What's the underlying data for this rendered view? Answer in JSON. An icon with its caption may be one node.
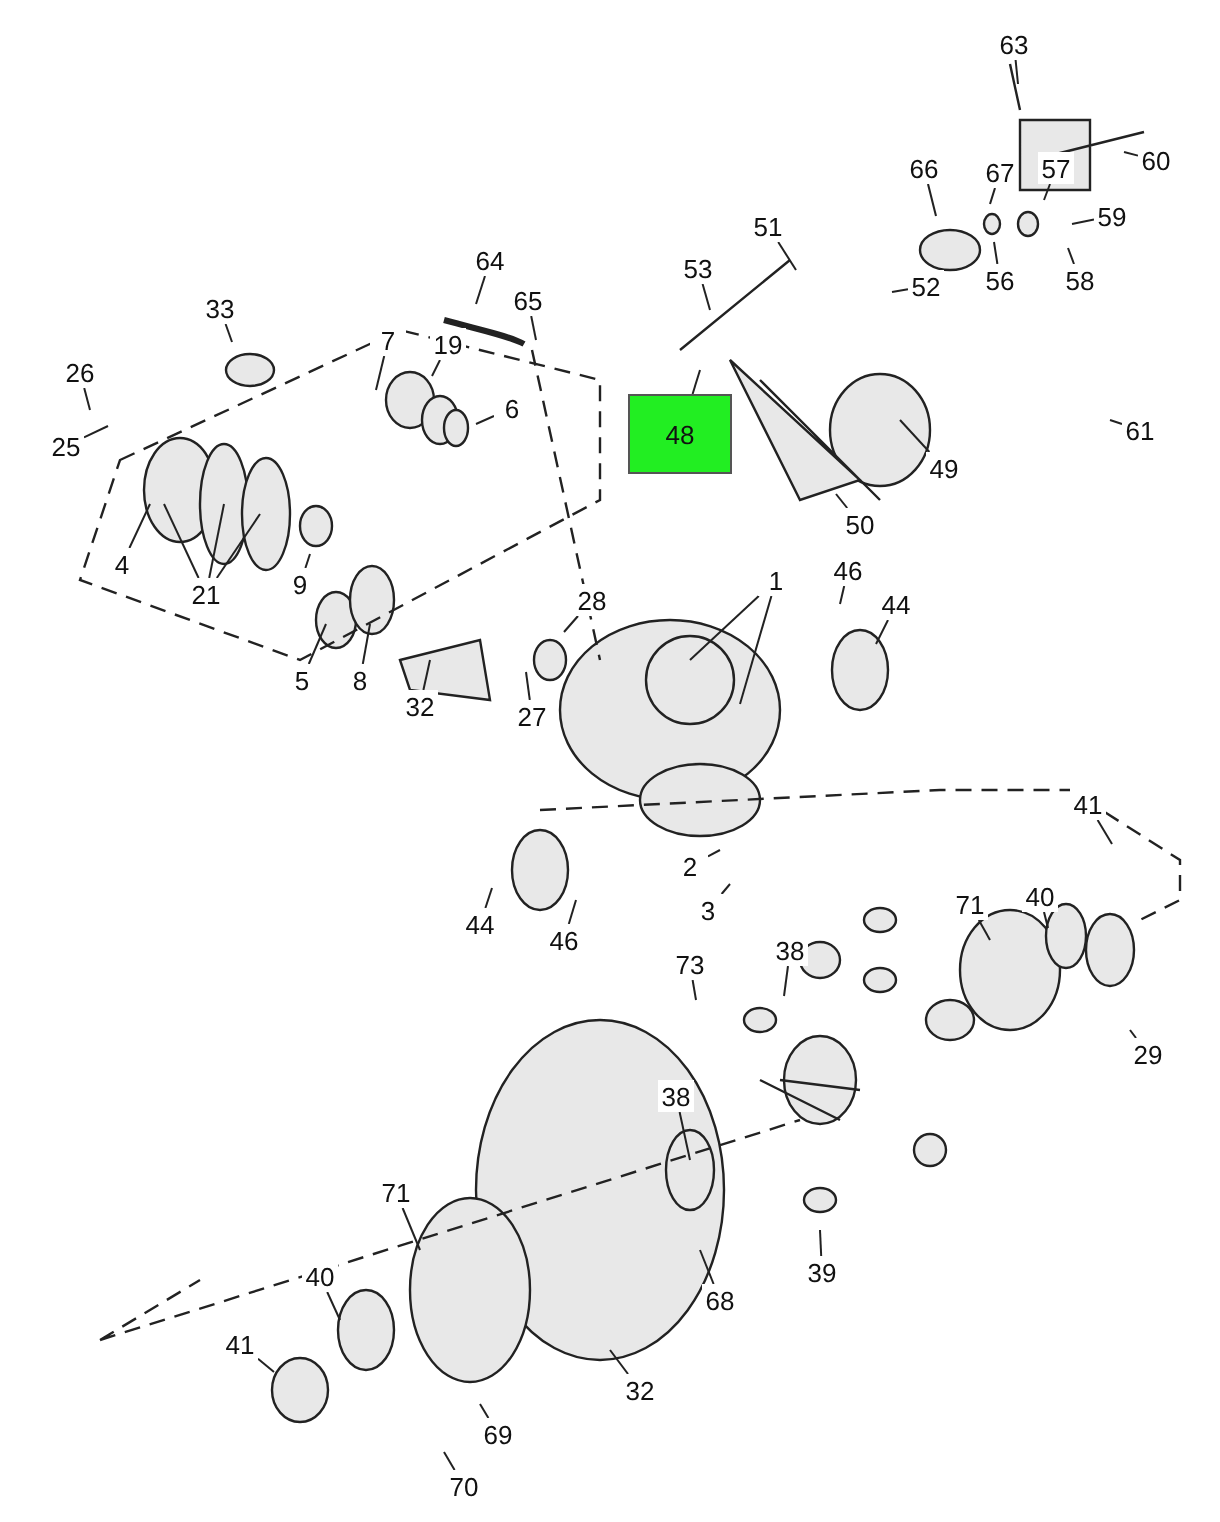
{
  "diagram": {
    "nodes": [
      {
        "text": [
          "63"
        ]
      },
      {
        "text": [
          "60"
        ]
      },
      {
        "text": [
          "57"
        ]
      },
      {
        "text": [
          "67"
        ]
      },
      {
        "text": [
          "66"
        ]
      },
      {
        "text": [
          "59"
        ]
      },
      {
        "text": [
          "56"
        ]
      },
      {
        "text": [
          "58"
        ]
      },
      {
        "text": [
          "51"
        ]
      },
      {
        "text": [
          "52"
        ]
      },
      {
        "text": [
          "53"
        ]
      },
      {
        "text": [
          "64"
        ]
      },
      {
        "text": [
          "65"
        ]
      },
      {
        "text": [
          "48"
        ]
      },
      {
        "text": [
          "61"
        ]
      },
      {
        "text": [
          "49"
        ]
      },
      {
        "text": [
          "50"
        ]
      },
      {
        "text": [
          "33"
        ]
      },
      {
        "text": [
          "26"
        ]
      },
      {
        "text": [
          "7"
        ]
      },
      {
        "text": [
          "19"
        ]
      },
      {
        "text": [
          "6"
        ]
      },
      {
        "text": [
          "25"
        ]
      },
      {
        "text": [
          "4"
        ]
      },
      {
        "text": [
          "21"
        ]
      },
      {
        "text": [
          "9"
        ]
      },
      {
        "text": [
          "5"
        ]
      },
      {
        "text": [
          "8"
        ]
      },
      {
        "text": [
          "32"
        ]
      },
      {
        "text": [
          "28"
        ]
      },
      {
        "text": [
          "27"
        ]
      },
      {
        "text": [
          "1"
        ]
      },
      {
        "text": [
          "46"
        ]
      },
      {
        "text": [
          "44"
        ]
      },
      {
        "text": [
          "2"
        ]
      },
      {
        "text": [
          "3"
        ]
      },
      {
        "text": [
          "46"
        ]
      },
      {
        "text": [
          "44"
        ]
      },
      {
        "text": [
          "41"
        ]
      },
      {
        "text": [
          "71"
        ]
      },
      {
        "text": [
          "40"
        ]
      },
      {
        "text": [
          "73"
        ]
      },
      {
        "text": [
          "38"
        ]
      },
      {
        "text": [
          "29"
        ]
      },
      {
        "text": [
          "38"
        ]
      },
      {
        "text": [
          "39"
        ]
      },
      {
        "text": [
          "71"
        ]
      },
      {
        "text": [
          "40"
        ]
      },
      {
        "text": [
          "41"
        ]
      },
      {
        "text": [
          "32"
        ]
      },
      {
        "text": [
          "68"
        ]
      },
      {
        "text": [
          "69"
        ]
      },
      {
        "text": [
          "70"
        ]
      }
    ],
    "edges": [
      {
        "from": 0,
        "to": null,
        "arrow": "none"
      },
      {
        "from": 1,
        "to": null,
        "arrow": "none"
      },
      {
        "from": 2,
        "to": null,
        "arrow": "none"
      },
      {
        "from": 3,
        "to": null,
        "arrow": "none"
      },
      {
        "from": 4,
        "to": null,
        "arrow": "none"
      },
      {
        "from": 5,
        "to": null,
        "arrow": "none"
      },
      {
        "from": 6,
        "to": null,
        "arrow": "none"
      },
      {
        "from": 7,
        "to": null,
        "arrow": "none"
      },
      {
        "from": 8,
        "to": null,
        "arrow": "none"
      },
      {
        "from": 9,
        "to": null,
        "arrow": "none"
      },
      {
        "from": 10,
        "to": null,
        "arrow": "none"
      },
      {
        "from": 11,
        "to": null,
        "arrow": "none"
      },
      {
        "from": 12,
        "to": null,
        "arrow": "none"
      },
      {
        "from": 13,
        "to": null,
        "arrow": "none"
      },
      {
        "from": 14,
        "to": null,
        "arrow": "none"
      },
      {
        "from": 15,
        "to": null,
        "arrow": "none"
      },
      {
        "from": 16,
        "to": null,
        "arrow": "none"
      },
      {
        "from": 17,
        "to": null,
        "arrow": "none"
      },
      {
        "from": 18,
        "to": null,
        "arrow": "none"
      },
      {
        "from": 19,
        "to": null,
        "arrow": "none"
      },
      {
        "from": 20,
        "to": null,
        "arrow": "none"
      },
      {
        "from": 21,
        "to": null,
        "arrow": "none"
      },
      {
        "from": 22,
        "to": null,
        "arrow": "none"
      },
      {
        "from": 23,
        "to": null,
        "arrow": "none"
      },
      {
        "from": 24,
        "to": null,
        "arrow": "none"
      },
      {
        "from": 24,
        "to": null,
        "arrow": "none"
      },
      {
        "from": 24,
        "to": null,
        "arrow": "none"
      },
      {
        "from": 25,
        "to": null,
        "arrow": "none"
      },
      {
        "from": 26,
        "to": null,
        "arrow": "none"
      },
      {
        "from": 27,
        "to": null,
        "arrow": "none"
      },
      {
        "from": 28,
        "to": null,
        "arrow": "none"
      },
      {
        "from": 29,
        "to": null,
        "arrow": "none"
      },
      {
        "from": 30,
        "to": null,
        "arrow": "none"
      },
      {
        "from": 31,
        "to": null,
        "arrow": "none"
      },
      {
        "from": 31,
        "to": null,
        "arrow": "none"
      },
      {
        "from": 32,
        "to": null,
        "arrow": "none"
      },
      {
        "from": 33,
        "to": null,
        "arrow": "none"
      },
      {
        "from": 34,
        "to": null,
        "arrow": "none"
      },
      {
        "from": 35,
        "to": null,
        "arrow": "none"
      },
      {
        "from": 36,
        "to": null,
        "arrow": "none"
      },
      {
        "from": 37,
        "to": null,
        "arrow": "none"
      },
      {
        "from": 38,
        "to": null,
        "arrow": "none"
      },
      {
        "from": 39,
        "to": null,
        "arrow": "none"
      },
      {
        "from": 40,
        "to": null,
        "arrow": "none"
      },
      {
        "from": 41,
        "to": null,
        "arrow": "none"
      },
      {
        "from": 42,
        "to": null,
        "arrow": "none"
      },
      {
        "from": 43,
        "to": null,
        "arrow": "none"
      },
      {
        "from": 44,
        "to": null,
        "arrow": "none"
      },
      {
        "from": 45,
        "to": null,
        "arrow": "none"
      },
      {
        "from": 46,
        "to": null,
        "arrow": "none"
      },
      {
        "from": 47,
        "to": null,
        "arrow": "none"
      },
      {
        "from": 48,
        "to": null,
        "arrow": "none"
      },
      {
        "from": 49,
        "to": null,
        "arrow": "none"
      },
      {
        "from": 50,
        "to": null,
        "arrow": "none"
      },
      {
        "from": 51,
        "to": null,
        "arrow": "none"
      },
      {
        "from": 52,
        "to": null,
        "arrow": "none"
      }
    ]
  }
}
